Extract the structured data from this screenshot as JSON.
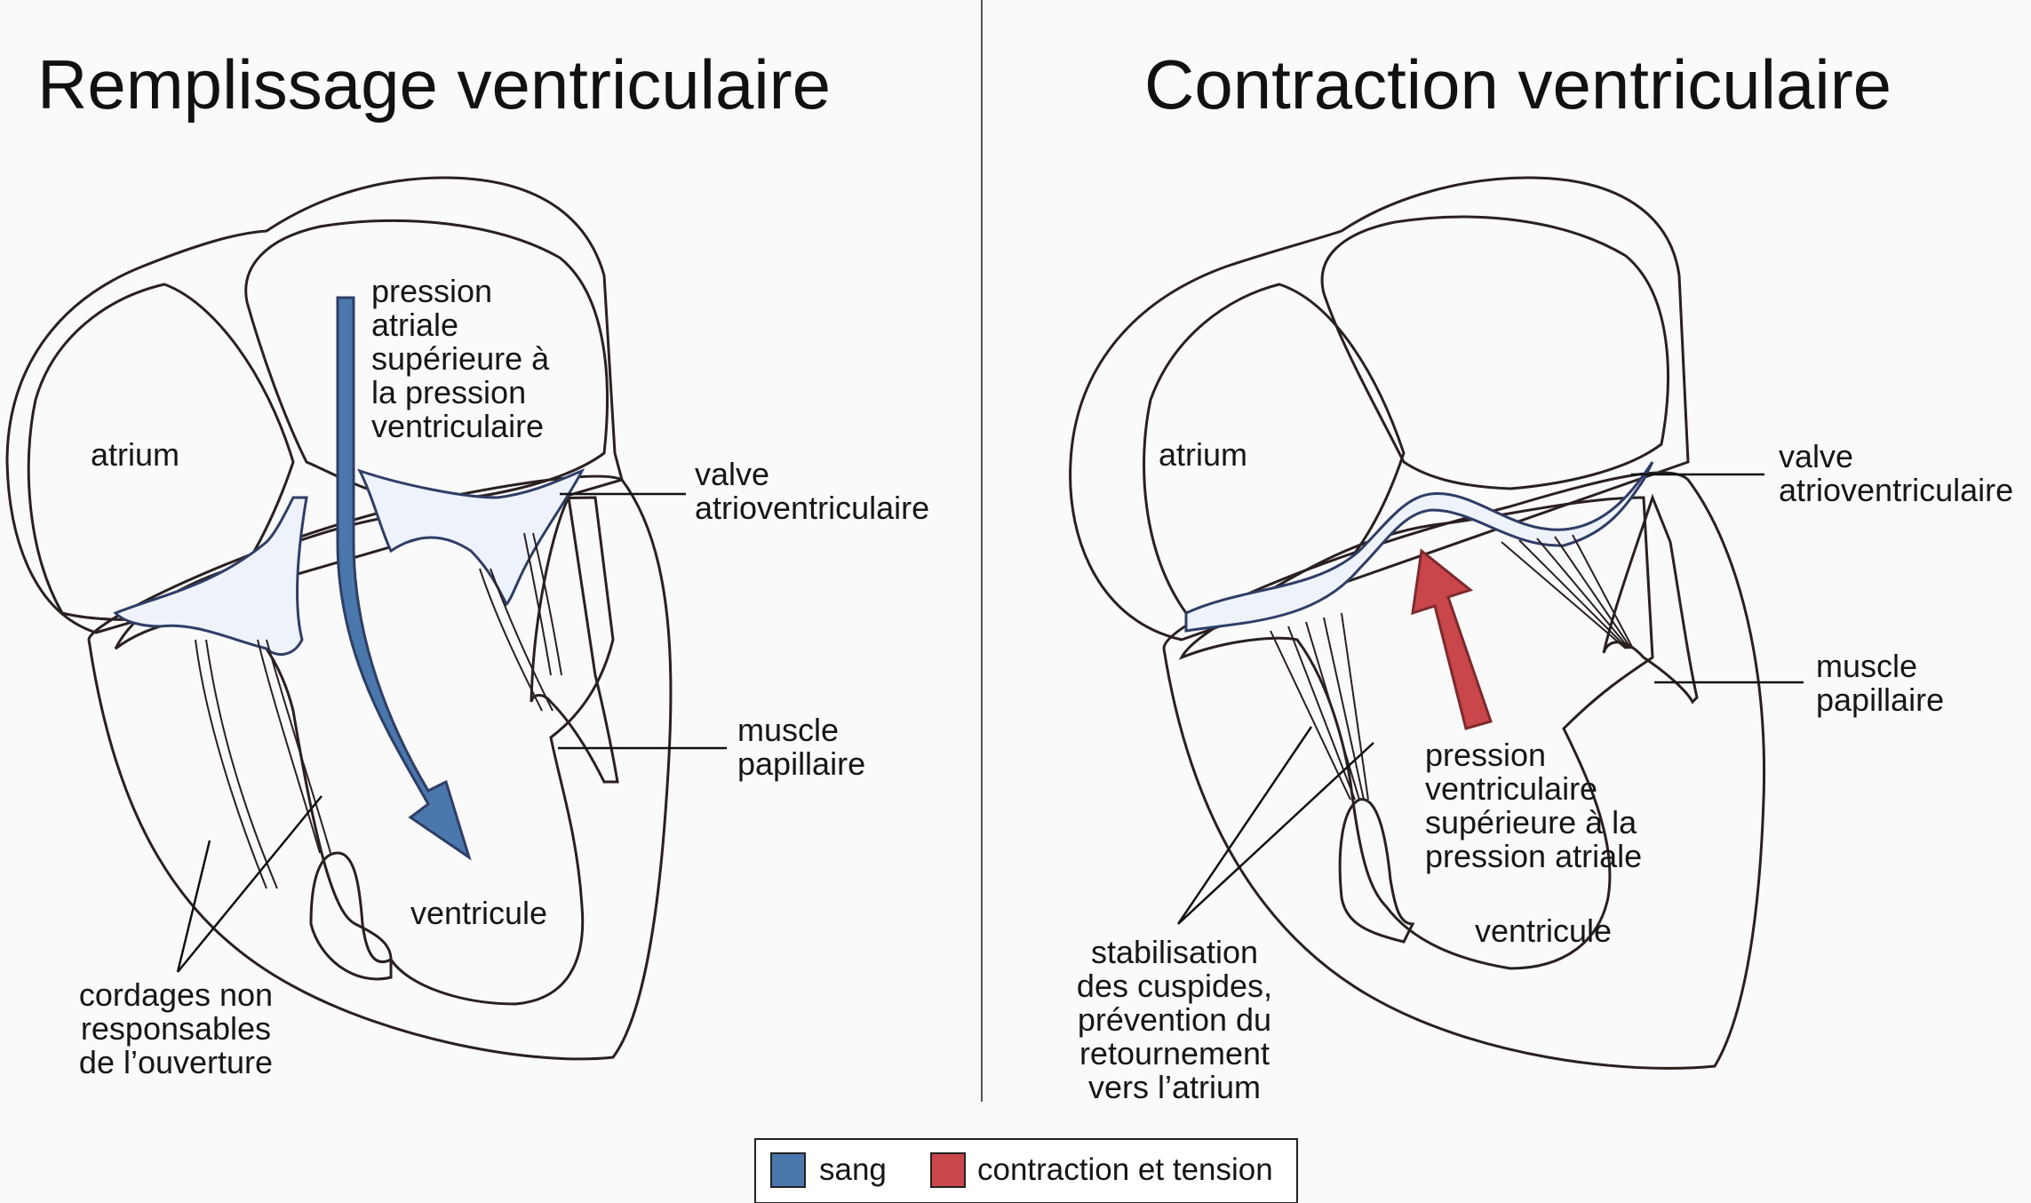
{
  "titles": {
    "left": "Remplissage ventriculaire",
    "right": "Contraction ventriculaire"
  },
  "left_panel": {
    "atrium": "atrium",
    "ventricle": "ventricule",
    "pressure_lines": [
      "pression",
      "atriale",
      "supérieure à",
      "la pression",
      "ventriculaire"
    ],
    "valve_lines": [
      "valve",
      "atrioventriculaire"
    ],
    "muscle_lines": [
      "muscle",
      "papillaire"
    ],
    "cordage_lines": [
      "cordages non",
      "responsables",
      "de l’ouverture"
    ]
  },
  "right_panel": {
    "atrium": "atrium",
    "ventricle": "ventricule",
    "pressure_lines": [
      "pression",
      "ventriculaire",
      "supérieure à la",
      "pression atriale"
    ],
    "valve_lines": [
      "valve",
      "atrioventriculaire"
    ],
    "muscle_lines": [
      "muscle",
      "papillaire"
    ],
    "stabilisation_lines": [
      "stabilisation",
      "des cuspides,",
      "prévention du",
      "retournement",
      "vers l’atrium"
    ]
  },
  "legend": {
    "blood": "sang",
    "contraction": "contraction et tension",
    "blood_color": "#4a78ad",
    "contraction_color": "#c9464b"
  },
  "colors": {
    "wall_outer": "#f2c4c6",
    "atrium_fill": "#fbe3e4",
    "myocardium": "#e6888c",
    "ventricle_cavity": "#f49b9e",
    "valve_fill": "#eef2fa",
    "valve_stroke": "#2f3e66"
  }
}
